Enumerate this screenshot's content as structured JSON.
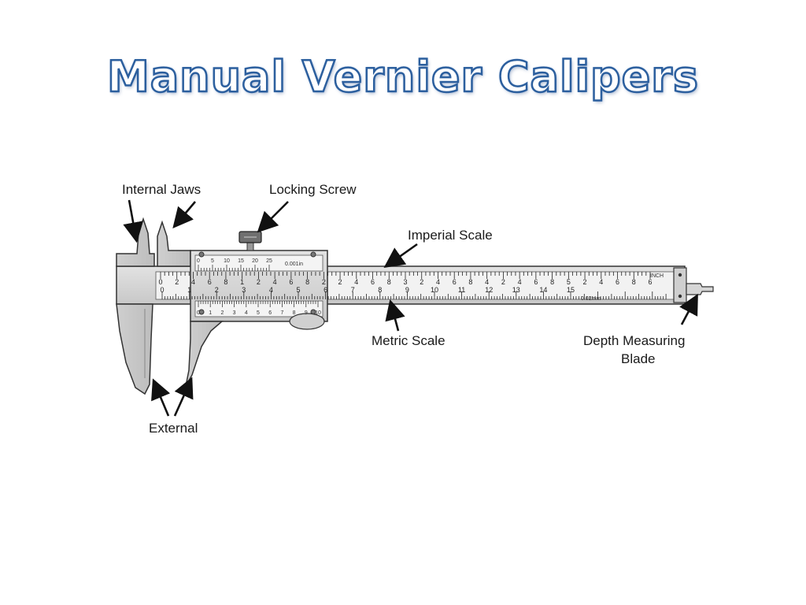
{
  "title": "Manual Vernier Calipers",
  "labels": {
    "internal_jaws": "Internal Jaws",
    "locking_screw": "Locking Screw",
    "imperial_scale": "Imperial Scale",
    "metric_scale": "Metric Scale",
    "depth_line1": "Depth Measuring",
    "depth_line2": "Blade",
    "external": "External"
  },
  "scale_markings": {
    "inch_unit": "INCH",
    "mm_unit": "0.02mm",
    "vernier_reading": "0.001in",
    "imperial_numbers": [
      "0",
      "2",
      "4",
      "6",
      "8",
      "1",
      "2",
      "4",
      "6",
      "8",
      "2",
      "2",
      "4",
      "6",
      "8",
      "3",
      "2",
      "4",
      "6",
      "8",
      "4",
      "2",
      "4",
      "6",
      "8",
      "5",
      "2",
      "4",
      "6",
      "8",
      "6"
    ],
    "metric_numbers": [
      "0",
      "1",
      "2",
      "3",
      "4",
      "5",
      "6",
      "7",
      "8",
      "9",
      "10",
      "11",
      "12",
      "13",
      "14",
      "15"
    ],
    "vernier_top_numbers": [
      "0",
      "5",
      "10",
      "15",
      "20",
      "25"
    ],
    "vernier_bottom_numbers": [
      "0",
      "1",
      "2",
      "3",
      "4",
      "5",
      "6",
      "7",
      "8",
      "9",
      "10"
    ]
  },
  "colors": {
    "title_outline": "#2c5f9e",
    "body_fill": "#d8d8d8",
    "ruler_fill": "#ececec",
    "outline": "#333333"
  }
}
